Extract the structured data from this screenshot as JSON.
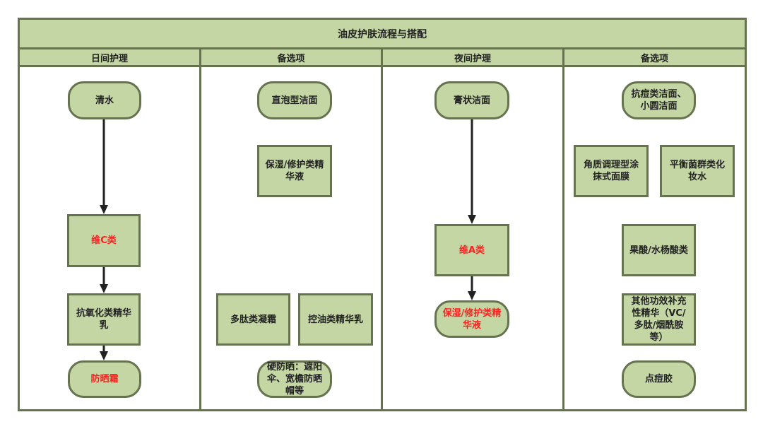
{
  "title": "油皮护肤流程与搭配",
  "columns": [
    "日间护理",
    "备选项",
    "夜间护理",
    "备选项"
  ],
  "day": {
    "n1": "清水",
    "n2": "维C类",
    "n3": "抗氧化类精华乳",
    "n4": "防晒霜"
  },
  "opt1": {
    "n1": "直泡型洁面",
    "n2": "保湿/修护类精华液",
    "n3": "多肽类凝霜",
    "n4": "控油类精华乳",
    "n5": "硬防晒：遮阳伞、宽檐防晒帽等"
  },
  "night": {
    "n1": "膏状洁面",
    "n2": "维A类",
    "n3": "保湿/修护类精华液"
  },
  "opt2": {
    "n1": "抗痘类洁面、小圆洁面",
    "n2": "角质调理型涂抹式面膜",
    "n3": "平衡菌群类化妆水",
    "n4": "果酸/水杨酸类",
    "n5": "其他功效补充性精华（VC/多肽/烟酰胺等）",
    "n6": "点痘胶"
  }
}
